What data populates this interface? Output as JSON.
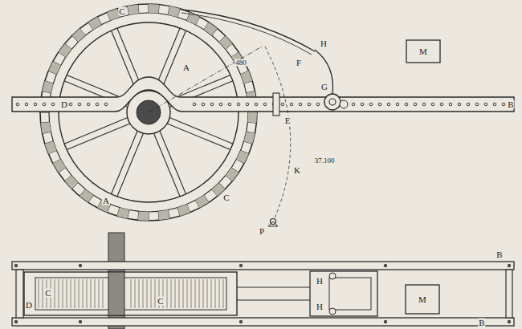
{
  "diagram": {
    "labels": [
      "C",
      "A",
      "480",
      "F",
      "H",
      "M",
      "D",
      "E",
      "G",
      "B",
      "K",
      "37.100",
      "A",
      "C",
      "P",
      "B",
      "C",
      "D",
      "C",
      "H",
      "H",
      "M",
      "B"
    ]
  }
}
